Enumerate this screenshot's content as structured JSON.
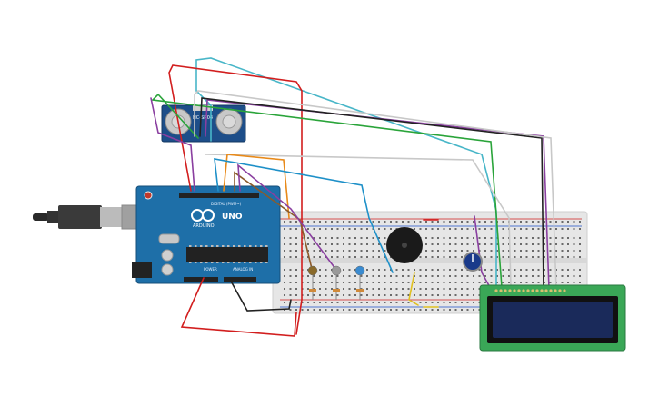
{
  "components": {
    "arduino": {
      "brand": "ARDUINO",
      "model": "UNO",
      "header_top": "DIGITAL (PWM~)",
      "header_power": "POWER",
      "header_analog": "ANALOG IN"
    },
    "ultrasonic": {
      "label": "HC-SR04"
    },
    "usb_cable": {},
    "breadboard": {},
    "leds": [
      {
        "color": "#8a6a2a"
      },
      {
        "color": "#9a9a9a"
      },
      {
        "color": "#3a8bd0"
      }
    ],
    "buzzer": {},
    "potentiometer": {},
    "lcd": {
      "screen_color": "#1a2a5a"
    }
  },
  "colors": {
    "board_blue": "#1e6fa8",
    "sensor_blue": "#1d4e89",
    "breadboard": "#e6e6e6",
    "lcd_pcb": "#3aa757"
  },
  "wire_colors": [
    "#48b6c8",
    "#d21e1e",
    "#8a3fa0",
    "#2aa43a",
    "#222222",
    "#c8c8c8",
    "#e88a1a",
    "#1e90c8",
    "#8b5a2b",
    "#e0c020"
  ]
}
